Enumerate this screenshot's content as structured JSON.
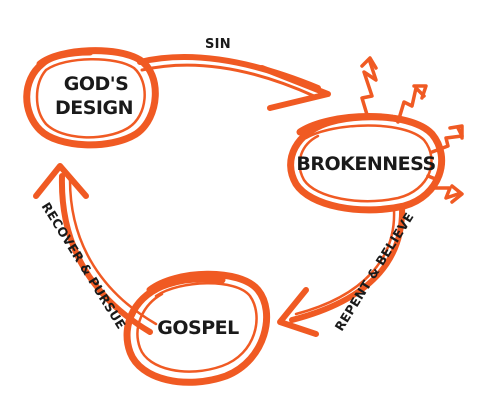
{
  "colors": {
    "accent": "#f05a23",
    "text": "#1a1a1a",
    "background": "#ffffff"
  },
  "nodes": {
    "gods_design": {
      "line1": "GOD'S",
      "line2": "DESIGN"
    },
    "brokenness": {
      "label": "BROKENNESS"
    },
    "gospel": {
      "label": "GOSPEL"
    }
  },
  "edges": {
    "sin": {
      "label": "SIN"
    },
    "repent_believe": {
      "label": "REPENT & BELIEVE"
    },
    "recover_pursue": {
      "label": "RECOVER & PURSUE"
    }
  }
}
